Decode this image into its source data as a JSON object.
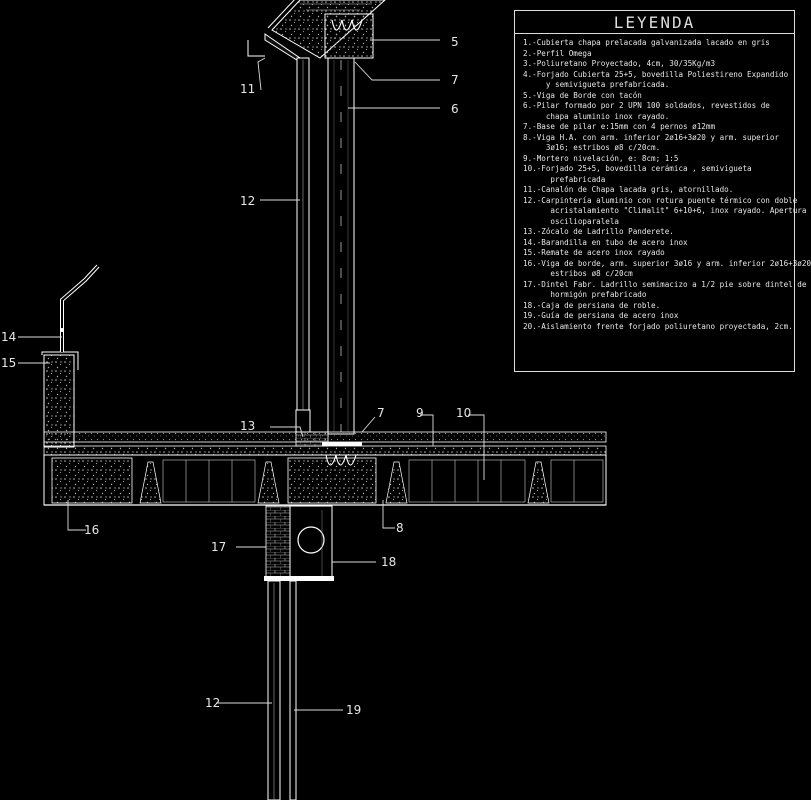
{
  "legend": {
    "title": "LEYENDA",
    "items": [
      "1.-Cubierta chapa prelacada galvanizada lacado en gris",
      "2.-Perfil Omega",
      "3.-Poliuretano Proyectado, 4cm, 30/35Kg/m3",
      "4.-Forjado Cubierta 25+5, bovedilla Poliestireno Expandido",
      "     y semivigueta prefabricada.",
      "5.-Viga de Borde con tacón",
      "6.-Pilar formado por 2 UPN 100 soldados, revestidos de",
      "     chapa aluminio inox rayado.",
      "7.-Base de pilar e:15mm con 4 pernos ø12mm",
      "8.-Viga H.A. con arm. inferior 2ø16+3ø20 y arm. superior",
      "     3ø16; estribos ø8 c/20cm.",
      "9.-Mortero nivelación, e: 8cm; 1:5",
      "10.-Forjado 25+5, bovedilla cerámica , semivigueta",
      "      prefabricada",
      "11.-Canalón de Chapa lacada gris, atornillado.",
      "12.-Carpintería aluminio con rotura puente térmico con doble",
      "      acristalamiento \"Climalit\" 6+10+6, inox rayado. Apertura",
      "      oscilioparalela",
      "13.-Zócalo de Ladrillo Panderete.",
      "14.-Barandilla en tubo de acero inox",
      "15.-Remate de acero inox rayado",
      "16.-Viga de borde, arm. superior 3ø16 y arm. inferior 2ø16+3ø20",
      "      estribos ø8 c/20cm",
      "17.-Dintel Fabr. Ladrillo semimacizo a 1/2 pie sobre dintel de",
      "      hormigón prefabricado",
      "18.-Caja de persiana de roble.",
      "19.-Guía de persiana de acero inox",
      "20.-Aislamiento frente forjado poliuretano proyectada, 2cm."
    ]
  },
  "callouts": {
    "c5": "5",
    "c7_top": "7",
    "c6": "6",
    "c11": "11",
    "c12_top": "12",
    "c14": "14",
    "c15": "15",
    "c13": "13",
    "c7_base": "7",
    "c9": "9",
    "c10": "10",
    "c16": "16",
    "c8": "8",
    "c17": "17",
    "c18": "18",
    "c12_bottom": "12",
    "c19": "19"
  },
  "colors": {
    "background": "#000000",
    "line": "#ffffff",
    "leader": "#dddddd",
    "text": "#e6e6e6",
    "hatch": "#bbbbbb"
  }
}
